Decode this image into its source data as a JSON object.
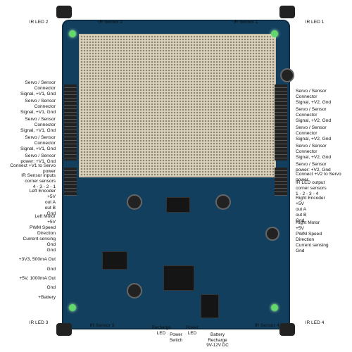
{
  "labels": {
    "ir_led_2": "IR LED 2",
    "ir_sensor_2": "IR Sensor 2",
    "ir_sensor_1": "IR Sensor 1",
    "ir_led_1": "IR LED 1",
    "left_1": "Servo / Sensor\nConnector\nSignal, +V1, Gnd",
    "left_2": "Servo / Sensor\nConnector\nSignal, +V1, Gnd",
    "left_3": "Servo / Sensor\nConnector\nSignal, +V1, Gnd",
    "left_4": "Servo / Sensor\nConnector\nSignal, +V1, Gnd",
    "left_5": "Servo / Sensor\npower: +V1, Gnd",
    "connect_v1": "Connect +V1 to Servo power",
    "left_ir_inputs": "IR Sensor inputs\ncorner sensors\n4 - 3 - 2 - 1",
    "left_encoder": "Left Encoder\n+5V\nout A\nout B\nGnd",
    "left_motor": "Left Motor\n+5V\nPWM Speed\nDirection\nCurrent sensing\nGnd",
    "gnd_1": "Gnd",
    "v3v3": "+3V3, 500mA Out",
    "gnd_2": "Gnd",
    "v5": "+5V, 1000mA Out",
    "gnd_3": "Gnd",
    "battery": "+Battery",
    "ir_led_3": "IR LED 3",
    "ir_sensor_3": "IR Sensor 3",
    "recharge_led": "Recharge\nLED",
    "power_switch": "Power\nSwitch",
    "power_led": "Power\nLED",
    "battery_recharge": "Battery\nRecharge\n9V-12V DC",
    "ir_sensor_4": "IR Sensor 4",
    "ir_led_4": "IR LED 4",
    "right_1": "Servo / Sensor\nConnector\nSignal, +V2, Gnd",
    "right_2": "Servo / Sensor\nConnector\nSignal, +V2, Gnd",
    "right_3": "Servo / Sensor\nConnector\nSignal, +V2, Gnd",
    "right_4": "Servo / Sensor\nConnector\nSignal, +V2, Gnd",
    "right_5": "Servo / Sensor\npower: +V2, Gnd",
    "connect_v2": "Connect +V2 to Servo power",
    "right_ir_output": "IR LED output\ncorner sensors\n1 - 2 - 3 - 4",
    "right_encoder": "Right Encoder\n+5V\nout A\nout B\nGnd",
    "right_motor": "Right Motor\n+5V\nPWM Speed\nDirection\nCurrent sensing\nGnd"
  }
}
